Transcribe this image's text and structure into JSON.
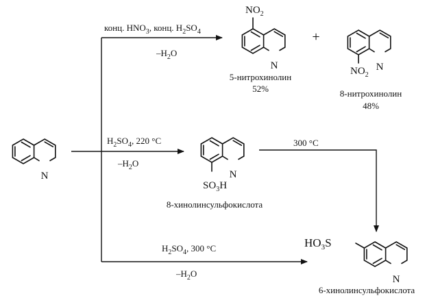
{
  "scheme": {
    "reactions": [
      {
        "reagents": [
          "конц. HNO",
          "3",
          ", конц. H",
          "2",
          "SO",
          "4"
        ],
        "byproduct": [
          "–H",
          "2",
          "O"
        ]
      },
      {
        "reagents": [
          "H",
          "2",
          "SO",
          "4",
          ", 220 °C"
        ],
        "byproduct": [
          "–H",
          "2",
          "O"
        ]
      },
      {
        "reagents": [
          "H",
          "2",
          "SO",
          "4",
          ", 300 °C"
        ],
        "byproduct": [
          "–H",
          "2",
          "O"
        ]
      },
      {
        "reagents": [
          "300 °C"
        ]
      }
    ],
    "plus": "+",
    "ring_atom": "N",
    "substituents": {
      "no2": [
        "NO",
        "2"
      ],
      "so3h": [
        "SO",
        "3",
        "H"
      ],
      "ho3s": [
        "HO",
        "3",
        "S"
      ]
    },
    "products": [
      {
        "name": "5-нитрохинолин",
        "yield": "52%"
      },
      {
        "name": "8-нитрохинолин",
        "yield": "48%"
      },
      {
        "name": "8-хинолинсульфокислота"
      },
      {
        "name": "6-хинолинсульфокислота"
      }
    ]
  }
}
